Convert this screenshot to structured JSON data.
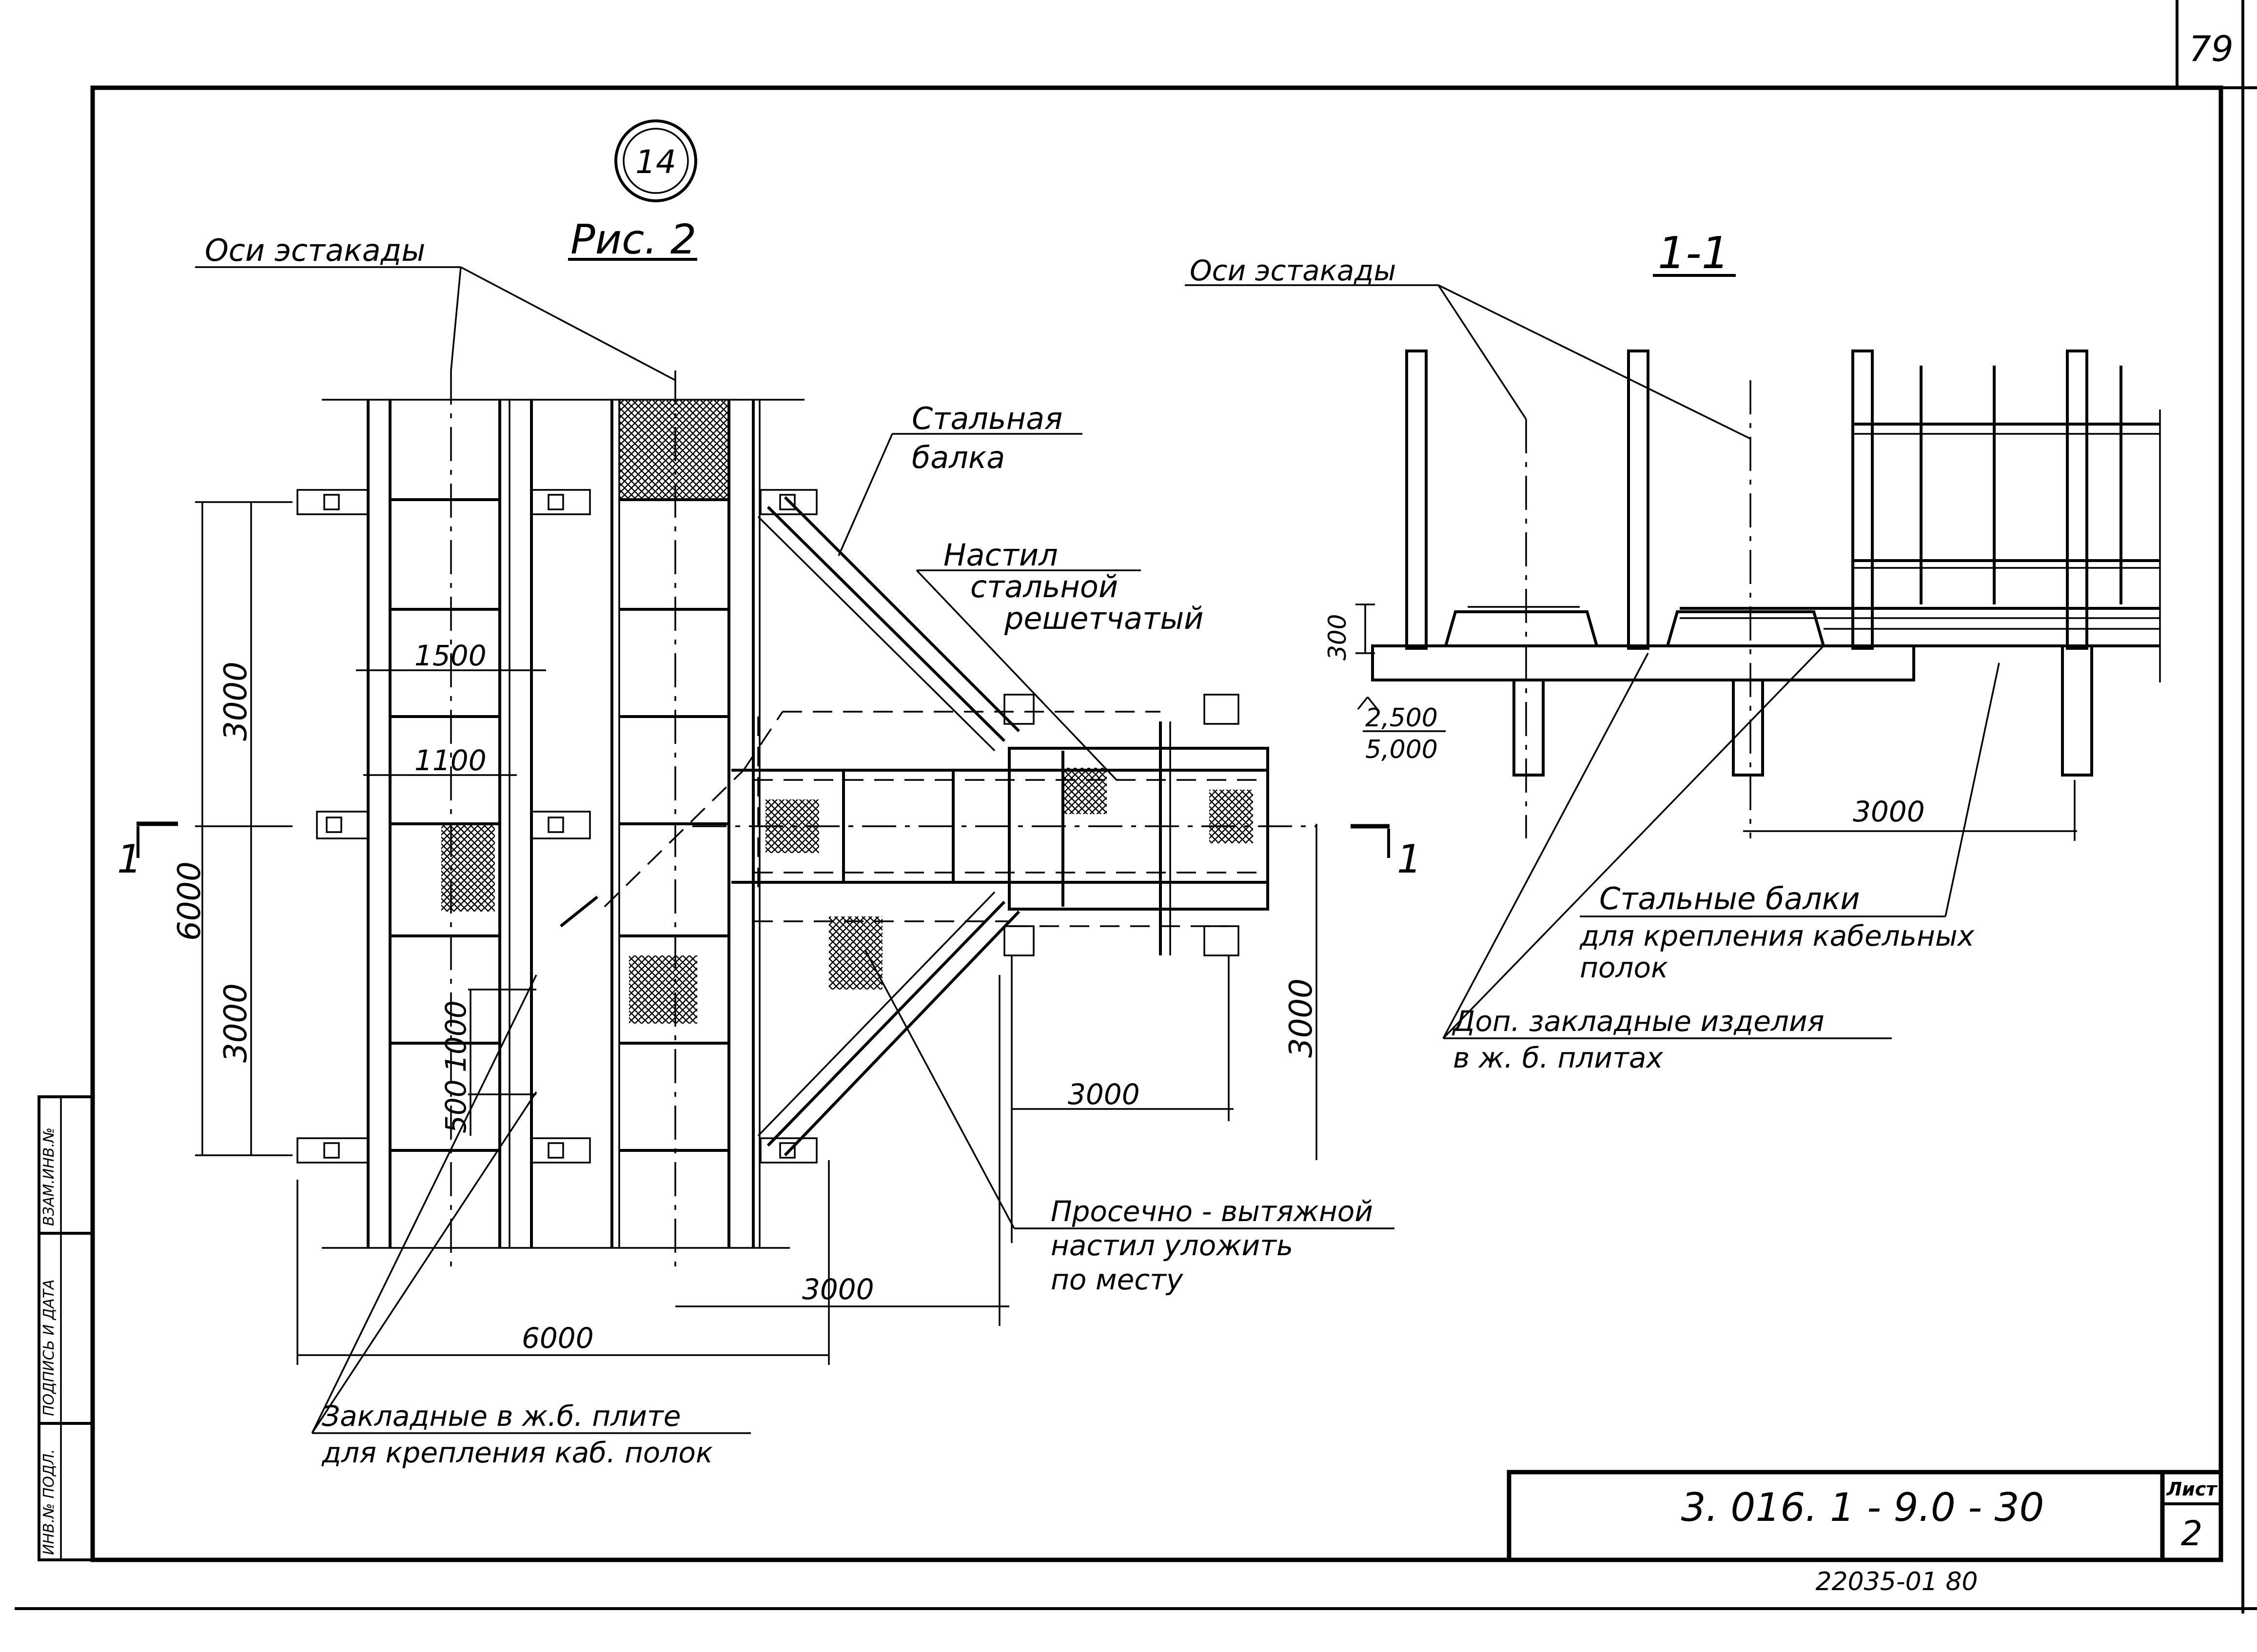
{
  "sheet": {
    "page_number": "79",
    "figure_circle": "14",
    "figure_title": "Рис. 2",
    "section_title": "1-1",
    "sheet_label": "Лист",
    "sheet_number": "2",
    "doc_code": "3. 016. 1 - 9.0 - 30",
    "archive_code": "22035-01 80"
  },
  "side_stamp": {
    "col1": "ИНВ.№ ПОДЛ.",
    "col2": "ПОДПИСЬ И ДАТА",
    "col3": "ВЗАМ.ИНВ.№"
  },
  "plan": {
    "axes_label": "Оси эстакады",
    "steel_beam": [
      "Стальная",
      "балка"
    ],
    "decking": [
      "Настил",
      "стальной",
      "решетчатый"
    ],
    "expanded_metal": [
      "Просечно - вытяжной",
      "настил  уложить",
      "по  месту"
    ],
    "embedded": [
      "Закладные  в  ж.б.  плите",
      "для  крепления  каб.  полок"
    ],
    "section_mark_left": "1",
    "section_mark_right": "1",
    "dims": {
      "d6000_v": "6000",
      "d3000_v_top": "3000",
      "d3000_v_bot": "3000",
      "d1500": "1500",
      "d1100": "1100",
      "d1000": "1000",
      "d500": "500",
      "d3000_h_branch": "3000",
      "d3000_v_right": "3000",
      "d3000_h_bottom": "3000",
      "d6000_h": "6000"
    }
  },
  "section": {
    "axes_label": "Оси эстакады",
    "dim_300": "300",
    "level_top": "2,500",
    "level_bottom": "5,000",
    "dim_3000": "3000",
    "steel_beams": [
      "Стальные  балки",
      "для  крепления  кабельных",
      "полок"
    ],
    "extra_embedded": [
      "Доп.  закладные  изделия",
      "в  ж. б.  плитах"
    ]
  }
}
